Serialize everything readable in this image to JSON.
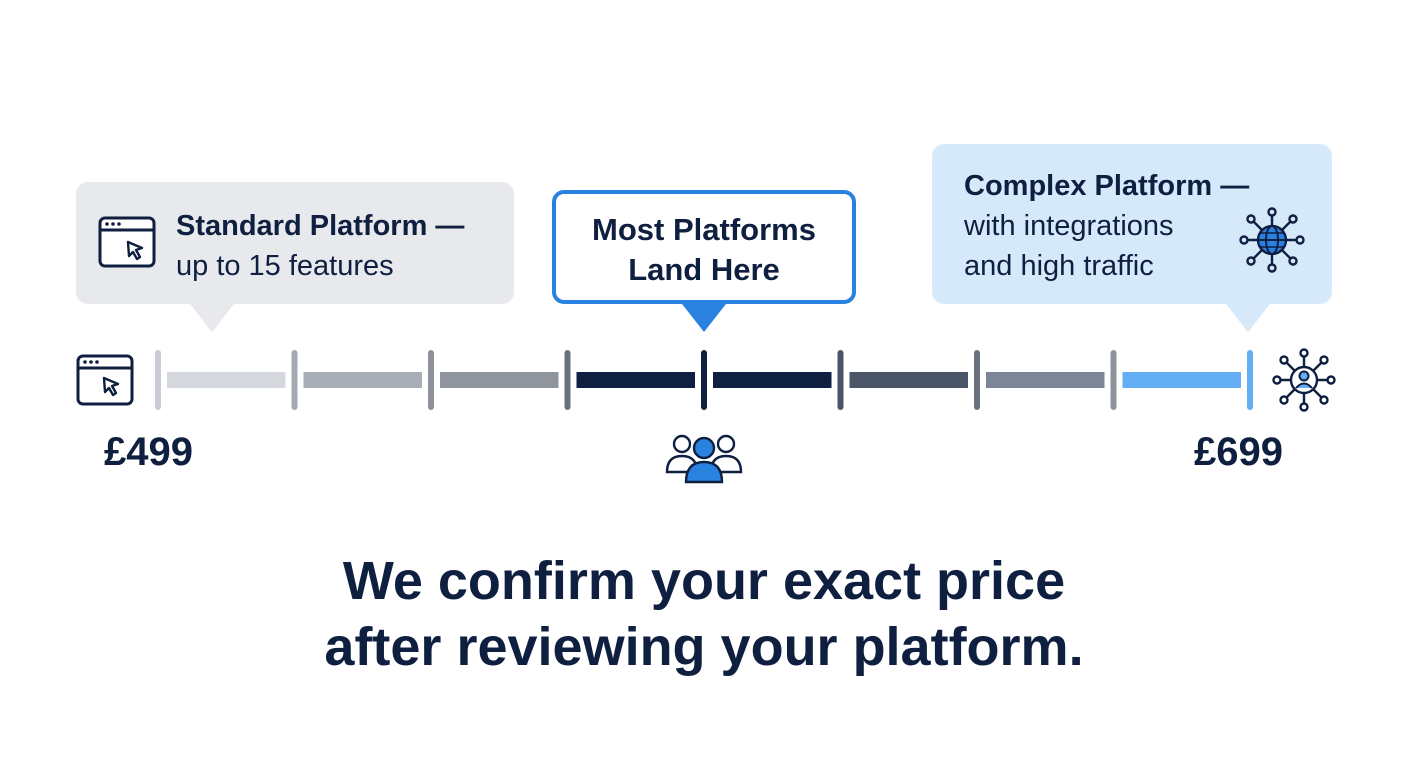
{
  "callouts": {
    "standard": {
      "title": "Standard Platform —",
      "subtitle": "up to 15 features",
      "icon": "browser-cursor-icon"
    },
    "most": {
      "line1": "Most Platforms",
      "line2": "Land Here"
    },
    "complex": {
      "title": "Complex Platform —",
      "line2": "with integrations",
      "line3": "and high traffic",
      "icon": "globe-network-icon"
    }
  },
  "scale": {
    "min_label": "£499",
    "max_label": "£699",
    "left_icon": "browser-cursor-icon",
    "right_icon": "user-network-icon",
    "middle_icon": "users-group-icon",
    "segment_colors": [
      "#d5d8dd",
      "#a9adb5",
      "#8f949d",
      "#0f1f40",
      "#0f1f40",
      "#4b5568",
      "#7d8696",
      "#63aef5"
    ],
    "tick_colors": [
      "#c9ccd2",
      "#a4a8b0",
      "#8d929b",
      "#6a717d",
      "#0f1f40",
      "#4b5568",
      "#6a717d",
      "#8d929b",
      "#63aef5"
    ]
  },
  "message": {
    "line1": "We confirm your exact price",
    "line2": "after reviewing your platform."
  },
  "colors": {
    "navy": "#0f1f40",
    "accent_blue": "#2a82e0",
    "light_blue": "#63aef5"
  }
}
